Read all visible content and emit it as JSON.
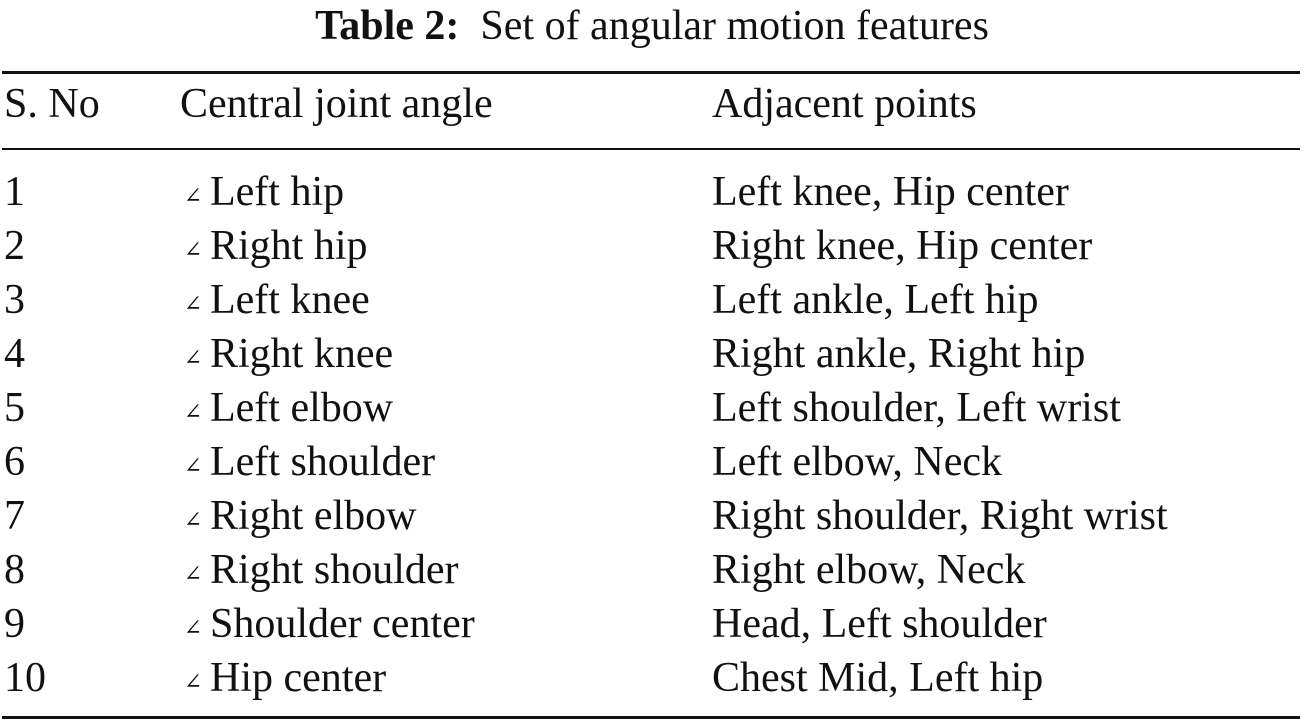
{
  "caption": {
    "label": "Table 2:",
    "text": "Set of angular motion features"
  },
  "headers": {
    "sno": "S. No",
    "angle": "Central joint angle",
    "adjacent": "Adjacent points"
  },
  "angle_symbol": "∠",
  "rows": [
    {
      "sno": "1",
      "angle": "Left hip",
      "adjacent": "Left knee, Hip center"
    },
    {
      "sno": "2",
      "angle": "Right hip",
      "adjacent": "Right knee, Hip center"
    },
    {
      "sno": "3",
      "angle": "Left knee",
      "adjacent": "Left ankle, Left hip"
    },
    {
      "sno": "4",
      "angle": "Right knee",
      "adjacent": "Right ankle, Right hip"
    },
    {
      "sno": "5",
      "angle": "Left elbow",
      "adjacent": "Left shoulder, Left wrist"
    },
    {
      "sno": "6",
      "angle": "Left shoulder",
      "adjacent": "Left elbow, Neck"
    },
    {
      "sno": "7",
      "angle": "Right elbow",
      "adjacent": "Right shoulder, Right wrist"
    },
    {
      "sno": "8",
      "angle": "Right shoulder",
      "adjacent": "Right elbow, Neck"
    },
    {
      "sno": "9",
      "angle": "Shoulder center",
      "adjacent": "Head, Left shoulder"
    },
    {
      "sno": "10",
      "angle": "Hip center",
      "adjacent": "Chest Mid, Left hip"
    }
  ]
}
